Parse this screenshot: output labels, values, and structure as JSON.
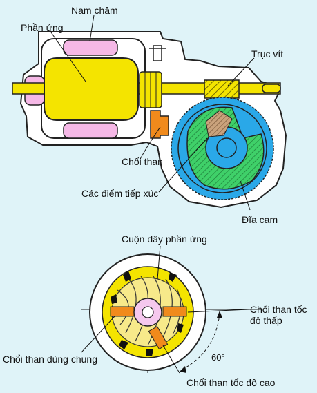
{
  "labels": {
    "magnet": "Nam châm",
    "armature": "Phần ứng",
    "worm_shaft": "Trục vít",
    "brush": "Chổi than",
    "contact_points": "Các điểm tiếp xúc",
    "cam_disc": "Đĩa cam",
    "armature_coil": "Cuộn dây phần ứng",
    "low_speed_brush_line1": "Chổi than tốc",
    "low_speed_brush_line2": "độ thấp",
    "common_brush": "Chổi than dùng chung",
    "high_speed_brush": "Chổi than tốc độ cao",
    "angle": "60°"
  },
  "colors": {
    "background": "#dff3f8",
    "armature": "#f4e400",
    "magnet": "#f5b8e6",
    "gear": "#2aa8e8",
    "cam": "#3fd069",
    "brush": "#f08a1c",
    "outline": "#222222"
  }
}
